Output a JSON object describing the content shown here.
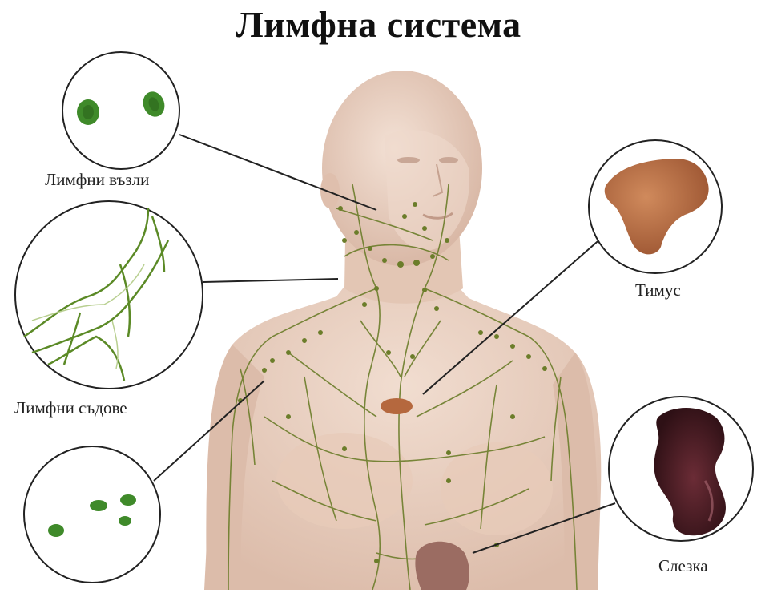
{
  "title": "Лимфна система",
  "labels": {
    "lymph_nodes": "Лимфни възли",
    "lymph_vessels": "Лимфни съдове",
    "thymus": "Тимус",
    "spleen": "Слезка"
  },
  "colors": {
    "background": "#ffffff",
    "skin": "#ead2c3",
    "lymph_green": "#6b7d2a",
    "node_green": "#3f8a2a",
    "thymus": "#b5683e",
    "spleen": "#3f1a20",
    "organ_bottom": "#9b6c62"
  }
}
